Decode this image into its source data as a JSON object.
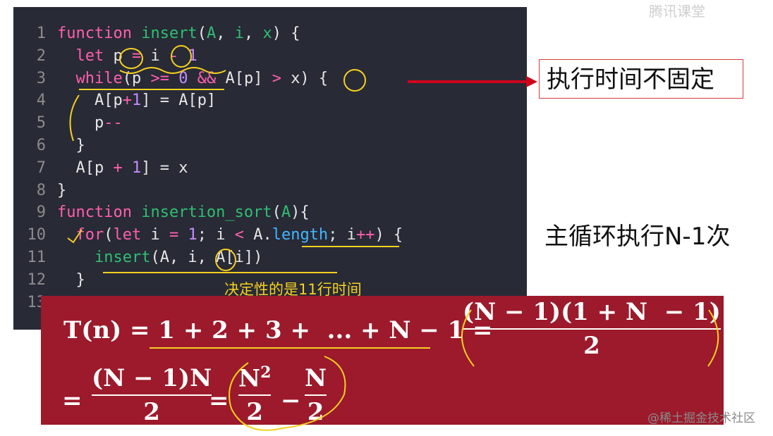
{
  "code": {
    "lines": [
      {
        "n": "1",
        "tokens": [
          {
            "t": "function ",
            "c": "kw"
          },
          {
            "t": "insert",
            "c": "fn"
          },
          {
            "t": "(",
            "c": "txt"
          },
          {
            "t": "A",
            "c": "fn"
          },
          {
            "t": ", ",
            "c": "txt"
          },
          {
            "t": "i",
            "c": "fn"
          },
          {
            "t": ", ",
            "c": "txt"
          },
          {
            "t": "x",
            "c": "fn"
          },
          {
            "t": ") {",
            "c": "txt"
          }
        ]
      },
      {
        "n": "2",
        "tokens": [
          {
            "t": "  let ",
            "c": "kw"
          },
          {
            "t": "p",
            "c": "txt"
          },
          {
            "t": " = ",
            "c": "op"
          },
          {
            "t": "i",
            "c": "txt"
          },
          {
            "t": " - ",
            "c": "op"
          },
          {
            "t": "1",
            "c": "num"
          }
        ]
      },
      {
        "n": "3",
        "tokens": [
          {
            "t": "  while",
            "c": "kw"
          },
          {
            "t": "(p ",
            "c": "txt"
          },
          {
            "t": ">= ",
            "c": "op"
          },
          {
            "t": "0",
            "c": "num"
          },
          {
            "t": " && ",
            "c": "op"
          },
          {
            "t": "A[p] ",
            "c": "txt"
          },
          {
            "t": "> ",
            "c": "op"
          },
          {
            "t": "x) {",
            "c": "txt"
          }
        ]
      },
      {
        "n": "4",
        "tokens": [
          {
            "t": "    A[p",
            "c": "txt"
          },
          {
            "t": "+",
            "c": "op"
          },
          {
            "t": "1",
            "c": "num"
          },
          {
            "t": "] = A[p]",
            "c": "txt"
          }
        ]
      },
      {
        "n": "5",
        "tokens": [
          {
            "t": "    p",
            "c": "txt"
          },
          {
            "t": "--",
            "c": "op"
          }
        ]
      },
      {
        "n": "6",
        "tokens": [
          {
            "t": "  }",
            "c": "txt"
          }
        ]
      },
      {
        "n": "7",
        "tokens": [
          {
            "t": "  A[p ",
            "c": "txt"
          },
          {
            "t": "+ ",
            "c": "op"
          },
          {
            "t": "1",
            "c": "num"
          },
          {
            "t": "] = x",
            "c": "txt"
          }
        ]
      },
      {
        "n": "8",
        "tokens": [
          {
            "t": "}",
            "c": "txt"
          }
        ]
      },
      {
        "n": "9",
        "tokens": [
          {
            "t": "function ",
            "c": "kw"
          },
          {
            "t": "insertion_sort",
            "c": "fn"
          },
          {
            "t": "(",
            "c": "txt"
          },
          {
            "t": "A",
            "c": "fn"
          },
          {
            "t": "){",
            "c": "txt"
          }
        ]
      },
      {
        "n": "10",
        "tokens": [
          {
            "t": "  for",
            "c": "kw"
          },
          {
            "t": "(",
            "c": "txt"
          },
          {
            "t": "let ",
            "c": "kw"
          },
          {
            "t": "i ",
            "c": "txt"
          },
          {
            "t": "= ",
            "c": "op"
          },
          {
            "t": "1",
            "c": "num"
          },
          {
            "t": "; i ",
            "c": "txt"
          },
          {
            "t": "< ",
            "c": "op"
          },
          {
            "t": "A.",
            "c": "txt"
          },
          {
            "t": "length",
            "c": "prop"
          },
          {
            "t": "; i",
            "c": "txt"
          },
          {
            "t": "++",
            "c": "op"
          },
          {
            "t": ") {",
            "c": "txt"
          }
        ]
      },
      {
        "n": "11",
        "tokens": [
          {
            "t": "    insert",
            "c": "fn"
          },
          {
            "t": "(A, i, A[i])",
            "c": "txt"
          }
        ]
      },
      {
        "n": "12",
        "tokens": [
          {
            "t": "  }",
            "c": "txt"
          }
        ]
      },
      {
        "n": "13",
        "tokens": []
      }
    ]
  },
  "annotations": {
    "right_box": "执行时间不固定",
    "right_text": "主循环执行N-1次",
    "yellow_note": "决定性的是11行时间"
  },
  "formula": {
    "t_lhs": "T(n) = 1 + 2 + 3 +  ... + N − 1 =",
    "frac1_num": "(N − 1)(1 + N  − 1)",
    "frac1_den": "2",
    "eq2": "=",
    "frac2_num": "(N − 1)N",
    "frac2_den": "2",
    "eq3": "=",
    "frac3_num": "N",
    "frac3_sup": "2",
    "frac3_den": "2",
    "minus": "−",
    "frac4_num": "N",
    "frac4_den": "2"
  },
  "watermark": "@稀土掘金技术社区",
  "logo": "腾讯课堂",
  "colors": {
    "panel": "#282a36",
    "formula_bg": "#9c1a2b",
    "highlight": "#f5d020",
    "arrow": "#d0021b"
  }
}
